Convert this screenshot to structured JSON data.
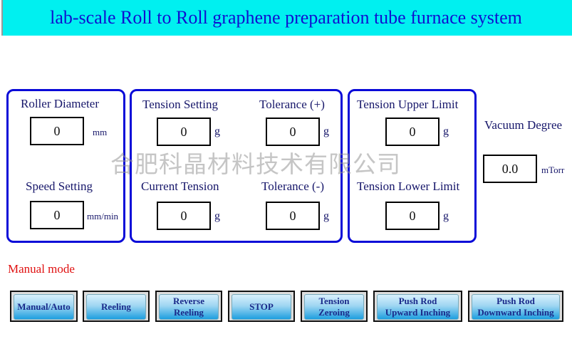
{
  "title": "lab-scale Roll to Roll graphene preparation tube furnace system",
  "watermark": "合肥科晶材料技术有限公司",
  "panel1": {
    "roller_diameter_label": "Roller Diameter",
    "roller_diameter": "0",
    "roller_unit": "mm",
    "speed_label": "Speed Setting",
    "speed": "0",
    "speed_unit": "mm/min"
  },
  "panel2": {
    "tension_setting_label": "Tension Setting",
    "tension_setting": "0",
    "tol_plus_label": "Tolerance (+)",
    "tol_plus": "0",
    "current_tension_label": "Current Tension",
    "current_tension": "0",
    "tol_minus_label": "Tolerance (-)",
    "tol_minus": "0",
    "unit": "g"
  },
  "panel3": {
    "upper_label": "Tension Upper Limit",
    "upper": "0",
    "lower_label": "Tension Lower Limit",
    "lower": "0",
    "unit": "g"
  },
  "vacuum": {
    "label": "Vacuum Degree",
    "value": "0.0",
    "unit": "mTorr"
  },
  "mode": "Manual mode",
  "buttons": [
    "Manual/Auto",
    "Reeling",
    "Reverse\nReeling",
    "STOP",
    "Tension\nZeroing",
    "Push Rod\nUpward Inching",
    "Push Rod\nDownward Inching"
  ]
}
